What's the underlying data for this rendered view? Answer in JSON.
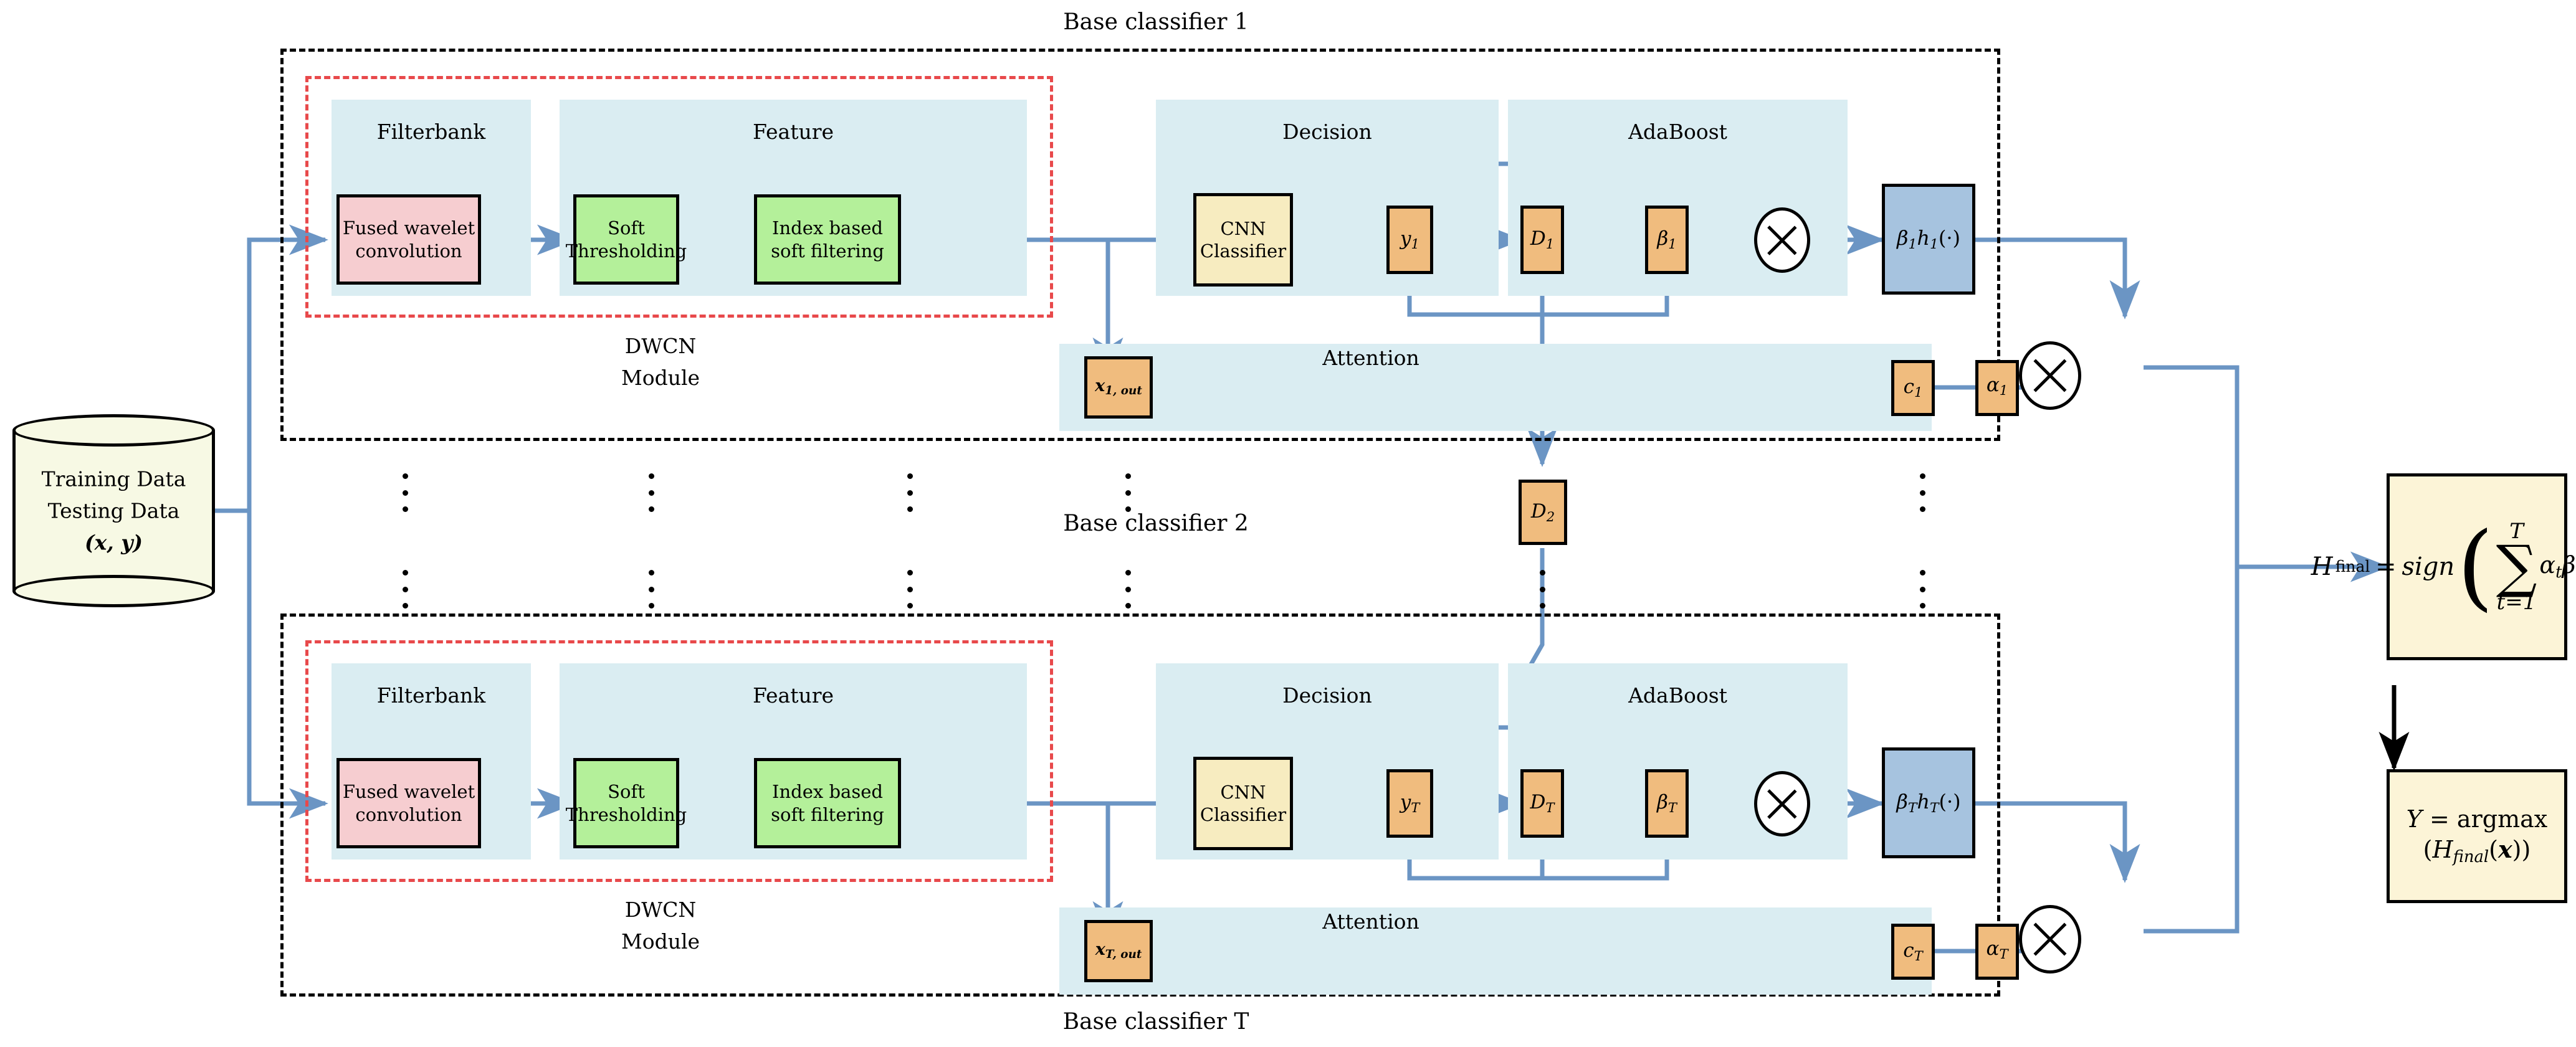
{
  "diagram": {
    "title_top": "Base classifier 1",
    "title_mid": "Base classifier 2",
    "title_bottom": "Base classifier T"
  },
  "datastore": {
    "line1": "Training Data",
    "line2": "Testing Data",
    "line3": "(x, y)"
  },
  "group_titles": {
    "filterbank": "Filterbank",
    "feature": "Feature",
    "decision": "Decision",
    "adaboost": "AdaBoost",
    "attention": "Attention"
  },
  "dwcn_label": {
    "line1": "DWCN",
    "line2": "Module"
  },
  "classifier1": {
    "fused_wavelet": "Fused wavelet convolution",
    "fused_wavelet_l1": "Fused wavelet",
    "fused_wavelet_l2": "convolution",
    "soft_threshold_l1": "Soft",
    "soft_threshold_l2": "Thresholding",
    "index_filter_l1": "Index based",
    "index_filter_l2": "soft filtering",
    "cnn_l1": "CNN",
    "cnn_l2": "Classifier",
    "y": "y",
    "y_sub": "1",
    "D": "D",
    "D_sub": "1",
    "beta": "β",
    "beta_sub": "1",
    "mult_icon": "multiply-icon",
    "bh": "β",
    "bh_sub1": "1",
    "bh_h": "h",
    "bh_sub2": "1",
    "bh_tail": "(·)",
    "x_out": "x",
    "x_out_sub": "1, out",
    "c": "c",
    "c_sub": "1",
    "alpha": "α",
    "alpha_sub": "1"
  },
  "classifierT": {
    "fused_wavelet_l1": "Fused wavelet",
    "fused_wavelet_l2": "convolution",
    "soft_threshold_l1": "Soft",
    "soft_threshold_l2": "Thresholding",
    "index_filter_l1": "Index based",
    "index_filter_l2": "soft filtering",
    "cnn_l1": "CNN",
    "cnn_l2": "Classifier",
    "y": "y",
    "y_sub": "T",
    "D": "D",
    "D_sub": "T",
    "beta": "β",
    "beta_sub": "T",
    "bh": "β",
    "bh_sub1": "T",
    "bh_h": "h",
    "bh_sub2": "T",
    "bh_tail": "(·)",
    "x_out": "x",
    "x_out_sub": "T, out",
    "c": "c",
    "c_sub": "T",
    "alpha": "α",
    "alpha_sub": "T"
  },
  "middle": {
    "D": "D",
    "D_sub": "2"
  },
  "output": {
    "hfinal_lhs": "H",
    "hfinal_lhs_sub": "final",
    "hfinal_eq": "=",
    "hfinal_sign": "sign",
    "hfinal_sum_upper": "T",
    "hfinal_sum_lower": "t=1",
    "hfinal_sum_glyph": "∑",
    "hfinal_terms": "α",
    "hfinal_terms_full": "αt βt ht",
    "argmax_text": "Y = argmax (H",
    "argmax_sub": "final",
    "argmax_tail": "(x))"
  },
  "colors": {
    "group_bg": "#daedf2",
    "pink": "#f6cdd0",
    "green": "#b4f09a",
    "cream": "#f7ecc0",
    "orange": "#f0bc7e",
    "blue": "#a6c3df",
    "ivory": "#fcf4d7",
    "wire": "#6b95c4",
    "red_dash": "#e8494b",
    "black": "#000000"
  }
}
